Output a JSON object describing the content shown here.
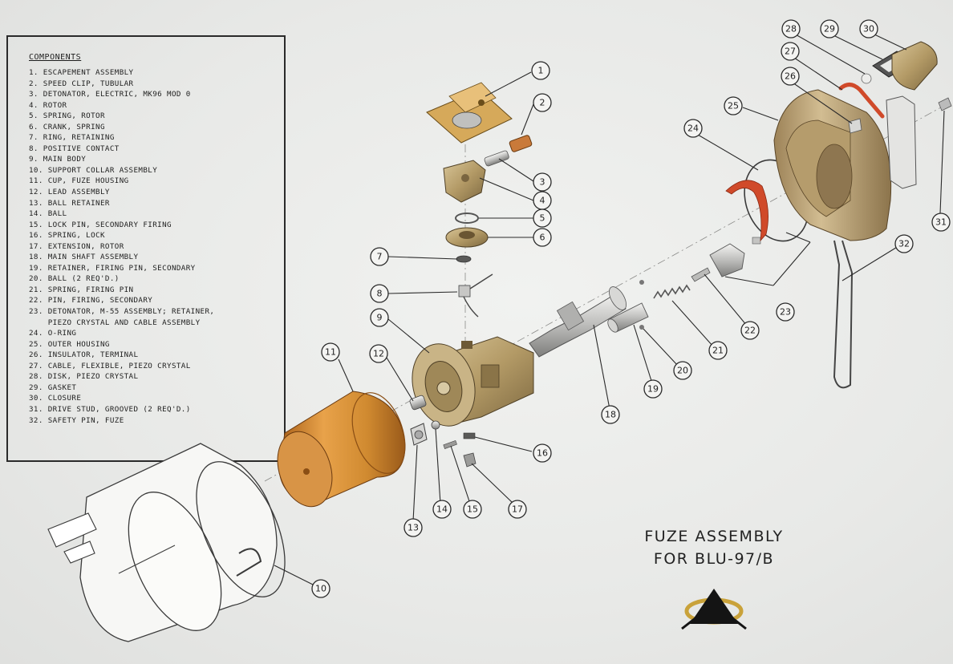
{
  "legend": {
    "title": "COMPONENTS",
    "items": [
      "1. ESCAPEMENT ASSEMBLY",
      "2. SPEED CLIP, TUBULAR",
      "3. DETONATOR, ELECTRIC, MK96 MOD 0",
      "4. ROTOR",
      "5. SPRING, ROTOR",
      "6. CRANK, SPRING",
      "7. RING, RETAINING",
      "8. POSITIVE CONTACT",
      "9. MAIN BODY",
      "10. SUPPORT COLLAR ASSEMBLY",
      "11. CUP, FUZE HOUSING",
      "12. LEAD ASSEMBLY",
      "13. BALL RETAINER",
      "14. BALL",
      "15. LOCK PIN, SECONDARY FIRING",
      "16. SPRING, LOCK",
      "17. EXTENSION, ROTOR",
      "18. MAIN SHAFT ASSEMBLY",
      "19. RETAINER, FIRING PIN, SECONDARY",
      "20. BALL (2 REQ'D.)",
      "21. SPRING, FIRING PIN",
      "22. PIN, FIRING, SECONDARY",
      "23. DETONATOR, M-55 ASSEMBLY; RETAINER,",
      "    PIEZO CRYSTAL AND CABLE ASSEMBLY",
      "24. O-RING",
      "25. OUTER HOUSING",
      "26. INSULATOR, TERMINAL",
      "27. CABLE, FLEXIBLE, PIEZO CRYSTAL",
      "28. DISK, PIEZO CRYSTAL",
      "29. GASKET",
      "30. CLOSURE",
      "31. DRIVE STUD, GROOVED (2 REQ'D.)",
      "32. SAFETY PIN, FUZE"
    ]
  },
  "title": {
    "line1": "FUZE ASSEMBLY",
    "line2": "FOR BLU-97/B"
  },
  "callouts": [
    "1",
    "2",
    "3",
    "4",
    "5",
    "6",
    "7",
    "8",
    "9",
    "10",
    "11",
    "12",
    "13",
    "14",
    "15",
    "16",
    "17",
    "18",
    "19",
    "20",
    "21",
    "22",
    "23",
    "24",
    "25",
    "26",
    "27",
    "28",
    "29",
    "30",
    "31",
    "32"
  ],
  "colors": {
    "background": "#e8e9e7",
    "brass": "#b8a070",
    "copper_cup": "#d08a30",
    "red_cable": "#d04a2a",
    "ink": "#2a2a2a",
    "logo_gold": "#c9a23a"
  }
}
